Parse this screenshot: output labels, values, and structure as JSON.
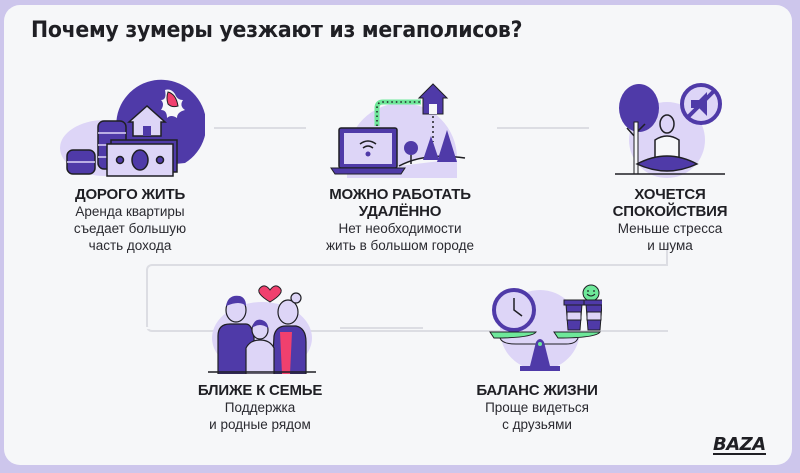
{
  "title": "Почему зумеры уезжают из мегаполисов?",
  "colors": {
    "frame": "#cdc6ec",
    "card": "#f6f7f9",
    "purple": "#4f3aa8",
    "lavender": "#ddd5f7",
    "pink": "#f0406e",
    "green": "#6ee89a",
    "text": "#1f1f24"
  },
  "items": [
    {
      "icon": "expensive-living-illustration",
      "heading": "ДОРОГО ЖИТЬ",
      "text": [
        "Аренда квартиры",
        "съедает большую",
        "часть дохода"
      ]
    },
    {
      "icon": "remote-work-illustration",
      "heading": [
        "МОЖНО РАБОТАТЬ",
        "УДАЛЁННО"
      ],
      "text": [
        "Нет необходимости",
        "жить в большом городе"
      ]
    },
    {
      "icon": "calm-meditation-illustration",
      "heading": [
        "ХОЧЕТСЯ",
        "СПОКОЙСТВИЯ"
      ],
      "text": [
        "Меньше стресса",
        "и шума"
      ]
    },
    {
      "icon": "family-illustration",
      "heading": "БЛИЖЕ К СЕМЬЕ",
      "text": [
        "Поддержка",
        "и родные рядом"
      ]
    },
    {
      "icon": "life-balance-illustration",
      "heading": "БАЛАНС ЖИЗНИ",
      "text": [
        "Проще видеться",
        "с друзьями"
      ]
    }
  ],
  "logo": "BAZA"
}
